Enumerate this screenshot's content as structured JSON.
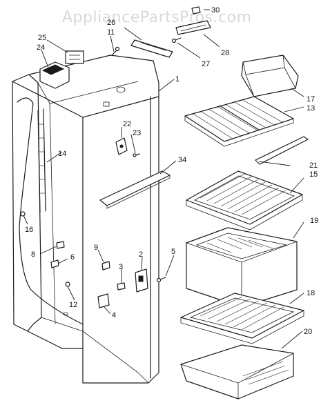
{
  "watermark": "AppliancePartsPros.com",
  "callouts": [
    "30",
    "26",
    "11",
    "25",
    "24",
    "28",
    "27",
    "1",
    "17",
    "13",
    "22",
    "23",
    "14",
    "34",
    "21",
    "15",
    "16",
    "19",
    "8",
    "6",
    "9",
    "2",
    "5",
    "3",
    "12",
    "4",
    "18",
    "20"
  ]
}
